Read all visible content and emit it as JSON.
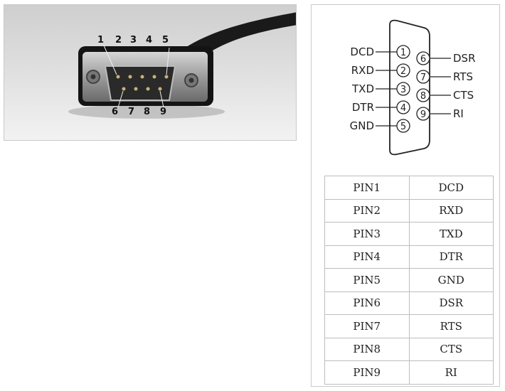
{
  "photo": {
    "top_pins": [
      "1",
      "2",
      "3",
      "4",
      "5"
    ],
    "bottom_pins": [
      "6",
      "7",
      "8",
      "9"
    ]
  },
  "pinout": {
    "left": [
      {
        "num": "1",
        "signal": "DCD"
      },
      {
        "num": "2",
        "signal": "RXD"
      },
      {
        "num": "3",
        "signal": "TXD"
      },
      {
        "num": "4",
        "signal": "DTR"
      },
      {
        "num": "5",
        "signal": "GND"
      }
    ],
    "right": [
      {
        "num": "6",
        "signal": "DSR"
      },
      {
        "num": "7",
        "signal": "RTS"
      },
      {
        "num": "8",
        "signal": "CTS"
      },
      {
        "num": "9",
        "signal": "RI"
      }
    ]
  },
  "table": {
    "rows": [
      {
        "pin": "PIN1",
        "signal": "DCD"
      },
      {
        "pin": "PIN2",
        "signal": "RXD"
      },
      {
        "pin": "PIN3",
        "signal": "TXD"
      },
      {
        "pin": "PIN4",
        "signal": "DTR"
      },
      {
        "pin": "PIN5",
        "signal": "GND"
      },
      {
        "pin": "PIN6",
        "signal": "DSR"
      },
      {
        "pin": "PIN7",
        "signal": "RTS"
      },
      {
        "pin": "PIN8",
        "signal": "CTS"
      },
      {
        "pin": "PIN9",
        "signal": "RI"
      }
    ]
  }
}
